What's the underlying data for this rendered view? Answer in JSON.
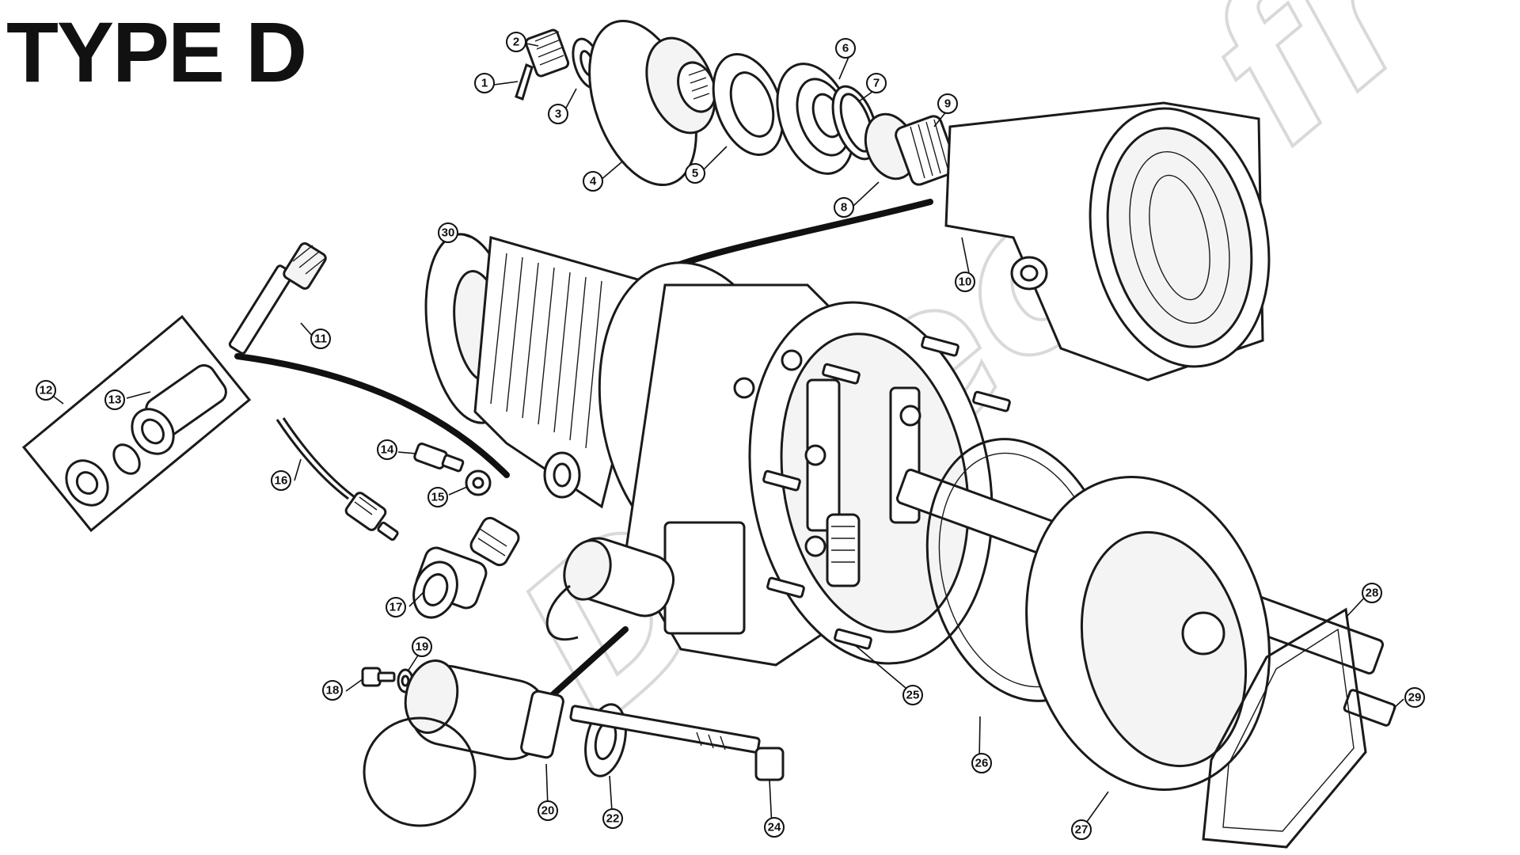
{
  "title": "TYPE D",
  "watermark": "Datech.fr",
  "callouts": [
    "1",
    "2",
    "3",
    "4",
    "5",
    "6",
    "7",
    "8",
    "9",
    "10",
    "11",
    "12",
    "13",
    "14",
    "15",
    "16",
    "17",
    "19",
    "18",
    "20",
    "22",
    "24",
    "25",
    "26",
    "27",
    "28",
    "29",
    "30"
  ]
}
